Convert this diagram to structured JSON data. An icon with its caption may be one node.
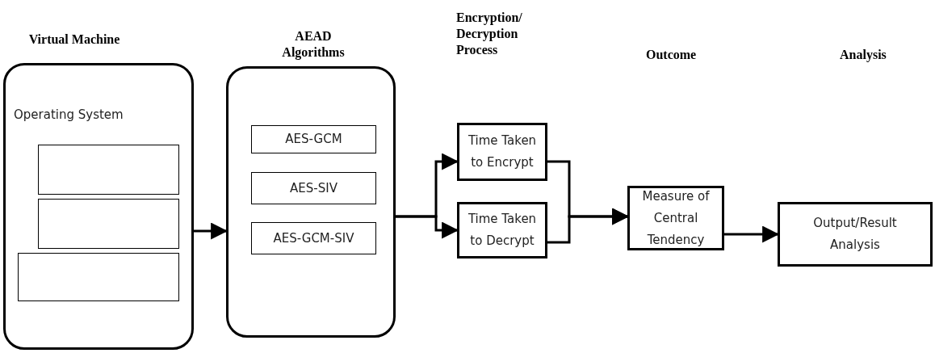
{
  "diagram": {
    "nodes": [
      {
        "text": [
          "Virtual Machine",
          "Operating System"
        ]
      },
      {
        "text": [],
        "shape": "box",
        "in": 0
      },
      {
        "text": [],
        "shape": "box",
        "in": 0
      },
      {
        "text": [],
        "shape": "box",
        "in": 0
      },
      {
        "text": [
          "AEAD Algorithms"
        ]
      },
      {
        "text": [
          "AES-GCM"
        ],
        "in": 4
      },
      {
        "text": [
          "AES-SIV"
        ],
        "in": 4
      },
      {
        "text": [
          "AES-GCM-SIV"
        ],
        "in": 4
      },
      {
        "text": [
          "Time Taken to Encrypt"
        ]
      },
      {
        "text": [
          "Time Taken to Decrypt"
        ]
      },
      {
        "text": [
          "Measure of Central Tendency"
        ]
      },
      {
        "text": [
          "Output/Result Analysis"
        ]
      }
    ],
    "edges": [
      {
        "from": 0,
        "to": 4,
        "arrow": "to"
      },
      {
        "from": 4,
        "to": 8,
        "arrow": "to"
      },
      {
        "from": 4,
        "to": 9,
        "arrow": "to"
      },
      {
        "from": 8,
        "to": 10,
        "arrow": "to"
      },
      {
        "from": 9,
        "to": 10,
        "arrow": "to"
      },
      {
        "from": 10,
        "to": 11,
        "arrow": "to"
      }
    ],
    "labels": [
      "Encryption/ Decryption Process",
      "Outcome",
      "Analysis"
    ]
  }
}
